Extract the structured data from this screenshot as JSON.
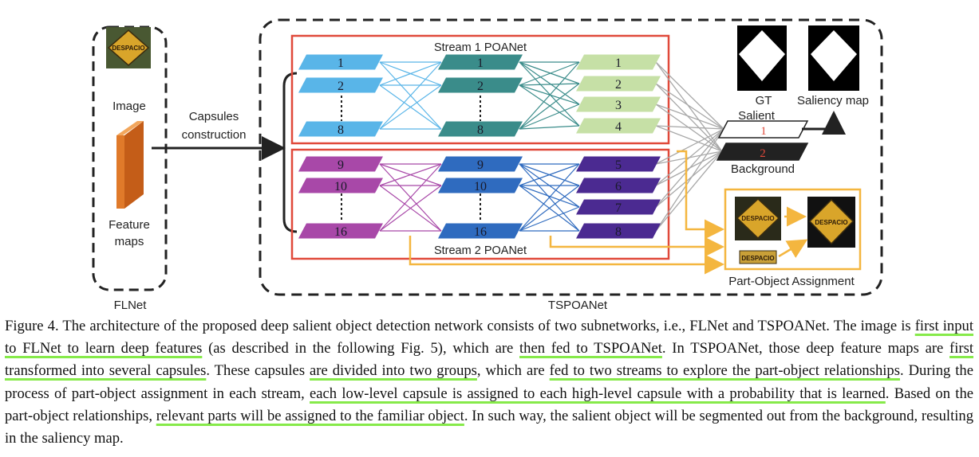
{
  "figure": {
    "flnet": {
      "image_label": "Image",
      "feature_label_line1": "Feature",
      "feature_label_line2": "maps",
      "box_label": "FLNet"
    },
    "capsules": {
      "line1": "Capsules",
      "line2": "construction"
    },
    "tspoanet_label": "TSPOANet",
    "stream1": {
      "title": "Stream 1 POANet",
      "col1": [
        "1",
        "2",
        "8"
      ],
      "col2": [
        "1",
        "2",
        "8"
      ],
      "col3": [
        "1",
        "2",
        "3",
        "4"
      ]
    },
    "stream2": {
      "title": "Stream 2 POANet",
      "col1": [
        "9",
        "10",
        "16"
      ],
      "col2": [
        "9",
        "10",
        "16"
      ],
      "col3": [
        "5",
        "6",
        "7",
        "8"
      ]
    },
    "gt_label": "GT",
    "saliency_label": "Saliency map",
    "salient": {
      "label": "Salient",
      "number": "1"
    },
    "background": {
      "label": "Background",
      "number": "2"
    },
    "sign_text": "DESPACIO",
    "assignment_label": "Part-Object Assignment",
    "colors": {
      "stream_border": "#e0493a",
      "blue_capsule": "#59b5e8",
      "teal_capsule": "#3a8c8a",
      "green_capsule": "#c6e0a6",
      "purple_capsule": "#a848a8",
      "dark_blue_capsule": "#2f6bbf",
      "indigo_capsule": "#4b2a91",
      "assignment_border": "#f4b63f"
    }
  },
  "caption": {
    "s1": "Figure 4. The architecture of the proposed deep salient object detection network consists of two subnetworks, i.e., FLNet and TSPOANet. The image is ",
    "h1": "first input to FLNet to learn deep features",
    "s2": " (as described in the following Fig. 5), which are ",
    "h2": "then fed to TSPOANet",
    "s3": ". In TSPOANet, those deep feature maps are ",
    "h3": "first transformed into several capsules",
    "s4": ". These capsules ",
    "h4": "are divided into two groups",
    "s5": ", which are ",
    "h5": "fed to two streams to explore the part-object relationships",
    "s6": ". During the process of part-object assignment in each stream, ",
    "h6": "each low-level capsule is assigned to each high-level capsule with a probability that is learned",
    "s7": ". Based on the part-object relationships, ",
    "h7": "relevant parts will be assigned to the familiar object",
    "s8": ". In such way, the salient object will be segmented out from the background, resulting in the saliency map."
  }
}
